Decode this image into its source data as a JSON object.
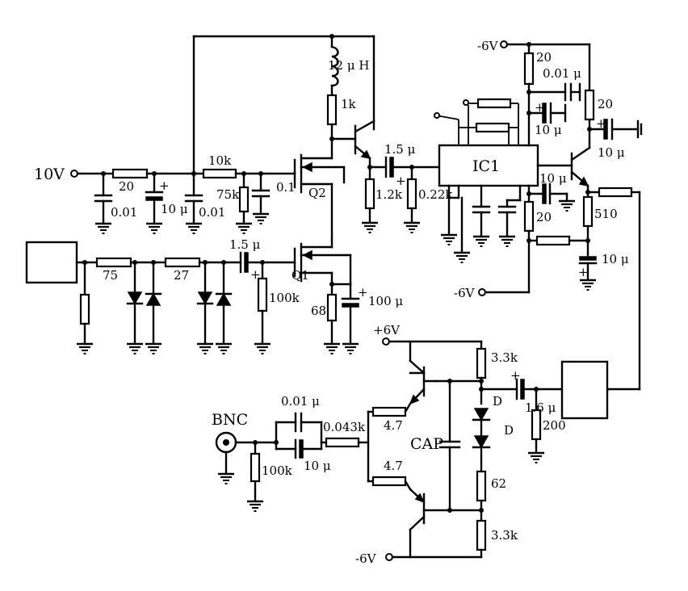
{
  "supplies": {
    "v10": "10V",
    "v6p_top": "-6V",
    "v6n_mid": "-6V",
    "v6p_bot": "+6V",
    "v6n_bot": "-6V"
  },
  "ic": {
    "label": "IC1"
  },
  "transistors": {
    "q1": "Q1",
    "q2": "Q2"
  },
  "connector": {
    "bnc": "BNC"
  },
  "labels": {
    "r_20_in": "20",
    "c_001_a": "0.01",
    "c_10u_a": "10 μ",
    "c_001_b": "0.01",
    "r_10k": "10k",
    "r_75k": "75k",
    "c_01": "0.1",
    "l_12uH": "12 μ H",
    "r_1k": "1k",
    "c_15u_top": "1.5 μ",
    "r_12k": "1.2k",
    "r_022k": "0.22k",
    "r_20_top": "20",
    "c_001_top": "0.01 μ",
    "c_10u_top": "10 μ",
    "r_20_right": "20",
    "c_10u_right": "10 μ",
    "c_10u_ic": "10 μ",
    "r_20_ic": "20",
    "r_510": "510",
    "c_10u_out": "10 μ",
    "r_75": "75",
    "r_27": "27",
    "c_15u_q1": "1.5 μ",
    "r_100k_q1": "100k",
    "r_68": "68",
    "c_100u": "100 μ",
    "r_33k_top": "3.3k",
    "c_16u": "1.6 μ",
    "d_1": "D",
    "d_2": "D",
    "r_200": "200",
    "c_001u_bnc": "0.01 μ",
    "r_0043k": "0.043k",
    "c_10u_bnc": "10 μ",
    "r_100k_bnc": "100k",
    "r_47_a": "4.7",
    "r_47_b": "4.7",
    "cap": "CAP",
    "r_62": "62",
    "r_33k_bot": "3.3k"
  }
}
